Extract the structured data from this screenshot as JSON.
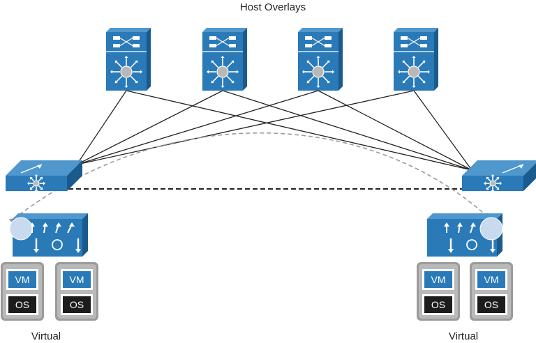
{
  "title": "Host Overlays",
  "hosts": [
    {
      "caption": "Virtual",
      "vm_label": "VM",
      "os_label": "OS"
    },
    {
      "caption": "Virtual",
      "vm_label": "VM",
      "os_label": "OS"
    }
  ],
  "colors": {
    "device_blue": "#2a7ab8",
    "device_blue_dark": "#1a5a8c",
    "device_blue_light": "#4f97cc",
    "link": "#222222",
    "overlay_arc": "#9a9a9a",
    "endpoint_circle": "#c8daf0",
    "vm_chip": "#2a7ab8",
    "os_chip": "#1c1c1c",
    "host_frame": "#9b9b9b"
  }
}
